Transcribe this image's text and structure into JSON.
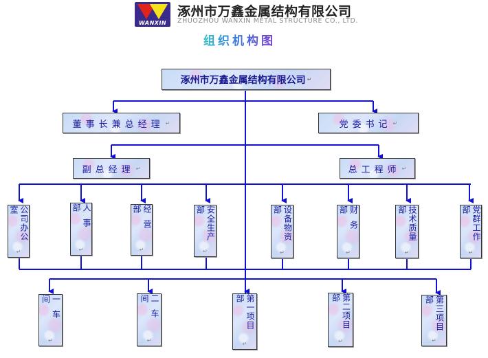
{
  "header": {
    "logo_text": "WANXIN",
    "company_cn": "涿州市万鑫金属结构有限公司",
    "company_en": "ZHUOZHOU WANXIN METAL STRUCTURE CO., LTD.",
    "chart_title": "组织机构图"
  },
  "colors": {
    "line": "#1010d0",
    "text": "#1a1aa0"
  },
  "paragraph_mark": "↵",
  "org": {
    "root": "涿州市万鑫金属结构有限公司",
    "level1": [
      "董事长兼总经理",
      "党委书记"
    ],
    "level2": [
      "副总经理",
      "总工程师"
    ],
    "departments": [
      "公司办公室",
      "人事部",
      "经营部",
      "安全生产部",
      "设备物资部",
      "财务部",
      "技术质量部",
      "党群工作部"
    ],
    "units": [
      "一车间",
      "二车间",
      "第一项目部",
      "第二项目部",
      "第三项目部"
    ]
  }
}
